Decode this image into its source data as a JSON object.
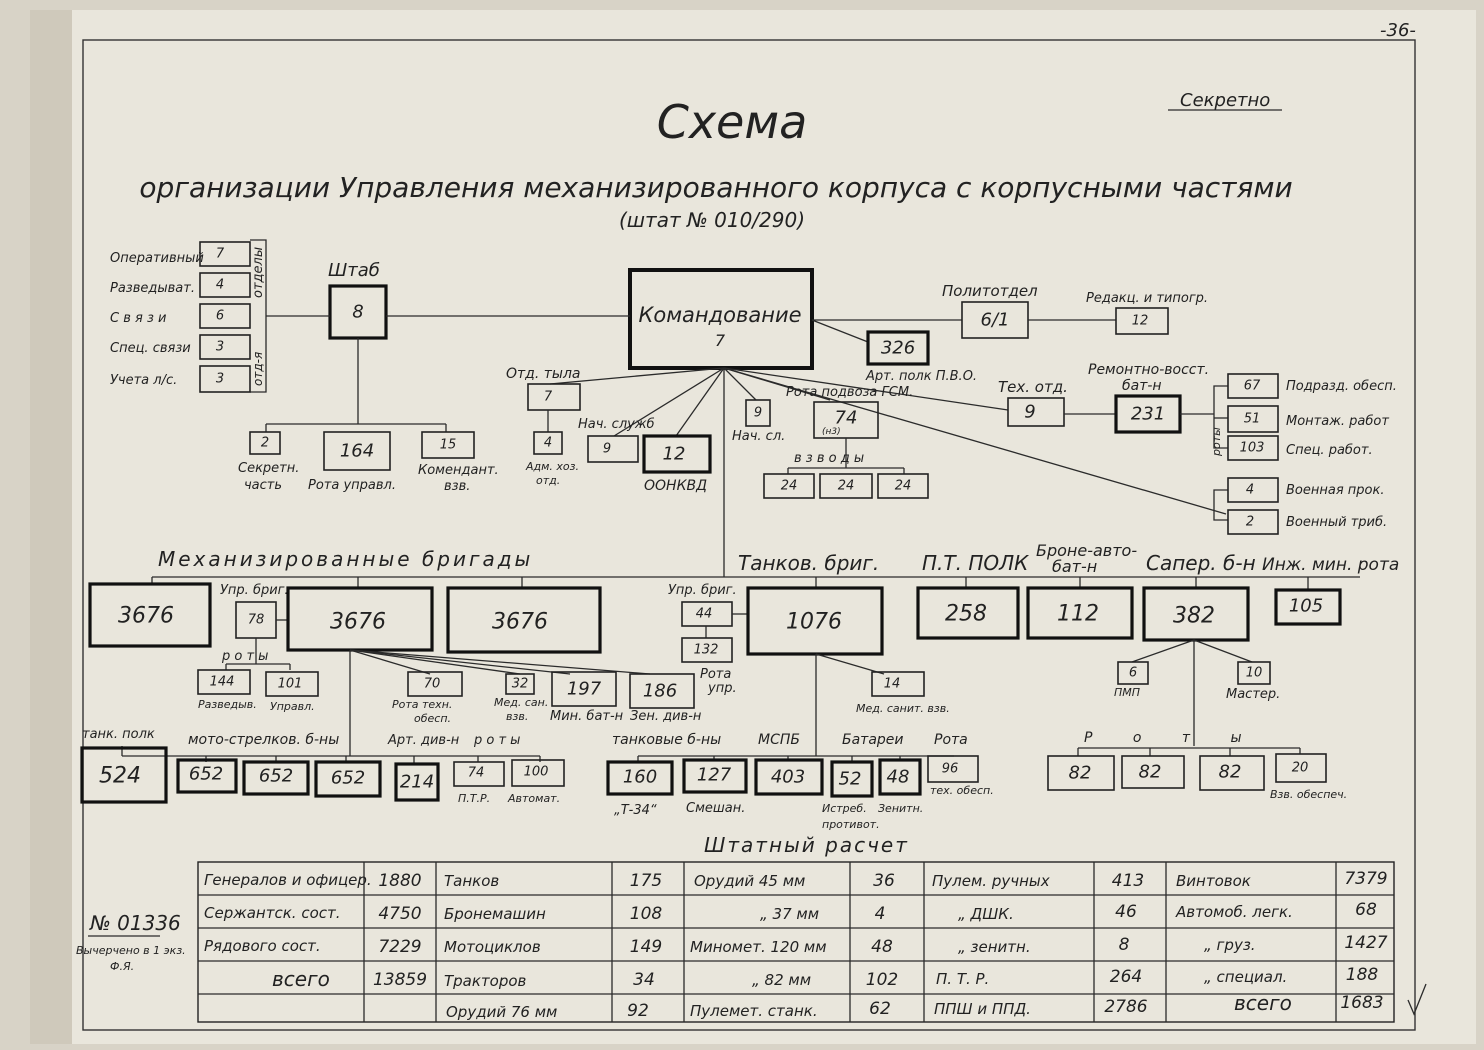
{
  "page_number": "-36-",
  "secret": "Секретно",
  "title": "Схема",
  "subtitle": "организации Управления механизированного корпуса с корпусными частями",
  "staff_code": "(штат № 010/290)",
  "command": {
    "label": "Командование",
    "value": "7"
  },
  "staff": {
    "label": "Штаб",
    "value": "8",
    "depts_label": "отделы",
    "depts": [
      {
        "label": "Оперативный",
        "value": "7"
      },
      {
        "label": "Разведыват.",
        "value": "4"
      },
      {
        "label": "С в я з и",
        "value": "6"
      },
      {
        "label": "Спец. связи",
        "value": "3"
      },
      {
        "label": "Учета л/с.",
        "value": "3"
      }
    ],
    "otd_label": "отд-я",
    "secret_part": {
      "value": "2",
      "label1": "Секретн.",
      "label2": "часть"
    },
    "control_company": {
      "value": "164",
      "label": "Рота управл."
    },
    "commandant": {
      "value": "15",
      "label1": "Комендант.",
      "label2": "взв."
    }
  },
  "rear": {
    "label": "Отд. тыла",
    "value": "7",
    "adm_value": "4",
    "adm_label1": "Адм. хоз.",
    "adm_label2": "отд."
  },
  "service_chief": {
    "label": "Нач. служб",
    "value": "9"
  },
  "oonkvd": {
    "value": "12",
    "label": "ООНКВД"
  },
  "nach_sl": {
    "value": "9",
    "label": "Нач. сл."
  },
  "artpolk": {
    "value": "326",
    "label": "Арт. полк П.В.О."
  },
  "fuel_company": {
    "label": "Рота подвоза ГСМ.",
    "value": "74",
    "note": "(н3)",
    "platoons_label": "в з в о д ы",
    "platoons": [
      "24",
      "24",
      "24"
    ]
  },
  "politotdel": {
    "label": "Политотдел",
    "value": "6/1"
  },
  "editorial": {
    "label": "Редакц. и типогр.",
    "value": "12"
  },
  "tech_dept": {
    "label": "Тех. отд.",
    "value": "9"
  },
  "repair_bat": {
    "label1": "Ремонтно-восст.",
    "label2": "бат-н",
    "value": "231",
    "companies_label": "роты",
    "companies": [
      {
        "value": "67",
        "label": "Подразд. обесп."
      },
      {
        "value": "51",
        "label": "Монтаж. работ"
      },
      {
        "value": "103",
        "label": "Спец. работ."
      }
    ]
  },
  "military": [
    {
      "value": "4",
      "label": "Военная прок."
    },
    {
      "value": "2",
      "label": "Военный триб."
    }
  ],
  "mech_brigades": {
    "label": "Механизированные бригады",
    "values": [
      "3676",
      "3676",
      "3676"
    ],
    "upr_label": "Упр. бриг.",
    "upr_value": "78",
    "companies_label": "р о т ы",
    "recon": {
      "value": "144",
      "label": "Разведыв."
    },
    "ctrl": {
      "value": "101",
      "label": "Управл."
    },
    "tech": {
      "value": "70",
      "label1": "Рота техн.",
      "label2": "обесп."
    },
    "med": {
      "value": "32",
      "label1": "Мед. сан.",
      "label2": "взв."
    },
    "mine": {
      "value": "197",
      "label": "Мин. бат-н"
    },
    "aa": {
      "value": "186",
      "label": "Зен. див-н"
    },
    "tank_polk": {
      "label": "танк. полк",
      "value": "524"
    },
    "moto_label": "мото-стрелков. б-ны",
    "moto": [
      "652",
      "652",
      "652"
    ],
    "art_label": "Арт. див-н",
    "art_value": "214",
    "roty_label": "р о т ы",
    "ptr": {
      "value": "74",
      "label": "П.Т.Р."
    },
    "auto": {
      "value": "100",
      "label": "Автомат."
    }
  },
  "tank_brigade": {
    "label": "Танков. бриг.",
    "value": "1076",
    "upr_label": "Упр. бриг.",
    "upr_value": "44",
    "rota_value": "132",
    "rota_label1": "Рота",
    "rota_label2": "упр.",
    "med": {
      "value": "14",
      "label": "Мед. санит. взв."
    },
    "tank_bat_label": "танковые б-ны",
    "mspb_label": "МСПБ",
    "batteries_label": "Батареи",
    "rota_label": "Рота",
    "t34": {
      "value": "160",
      "label": "„Т-34“"
    },
    "mixed": {
      "value": "127",
      "label": "Смешан."
    },
    "mspb": "403",
    "at": {
      "value": "52",
      "label1": "Истреб.",
      "label2": "противот."
    },
    "aa": {
      "value": "48",
      "label": "Зенитн."
    },
    "tech": {
      "value": "96",
      "label": "тех. обесп."
    }
  },
  "pt_polk": {
    "label": "П.Т. ПОЛК",
    "value": "258"
  },
  "armored": {
    "label1": "Броне-авто-",
    "label2": "бат-н",
    "value": "112"
  },
  "sapper": {
    "label": "Сапер. б-н",
    "value": "382",
    "pmp": {
      "value": "6",
      "label": "ПМП"
    },
    "master": {
      "value": "10",
      "label": "Мастер."
    },
    "companies_label": "Р о т ы",
    "companies": [
      "82",
      "82",
      "82"
    ],
    "support": {
      "value": "20",
      "label": "Взв. обеспеч."
    }
  },
  "eng_mine": {
    "label": "Инж. мин. рота",
    "value": "105"
  },
  "stamp": {
    "number": "№ 01336",
    "line1": "Вычерчено в 1 экз.",
    "line2": "Ф.Я."
  },
  "table": {
    "title": "Штатный расчет",
    "rows": [
      [
        "Генералов и офицер.",
        "1880",
        "Танков",
        "175",
        "Орудий 45 мм",
        "36",
        "Пулем. ручных",
        "413",
        "Винтовок",
        "7379"
      ],
      [
        "Сержантск. сост.",
        "4750",
        "Бронемашин",
        "108",
        "„ 37 мм",
        "4",
        "„ ДШК.",
        "46",
        "Автомоб. легк.",
        "68"
      ],
      [
        "Рядового сост.",
        "7229",
        "Мотоциклов",
        "149",
        "Миномет. 120 мм",
        "48",
        "„ зенитн.",
        "8",
        "„ груз.",
        "1427"
      ],
      [
        "всего",
        "13859",
        "Тракторов",
        "34",
        "„ 82 мм",
        "102",
        "П. Т. Р.",
        "264",
        "„ специал.",
        "188"
      ],
      [
        "",
        "",
        "Орудий 76 мм",
        "92",
        "Пулемет. станк.",
        "62",
        "ППШ и ППД.",
        "2786",
        "всего",
        "1683"
      ]
    ]
  }
}
